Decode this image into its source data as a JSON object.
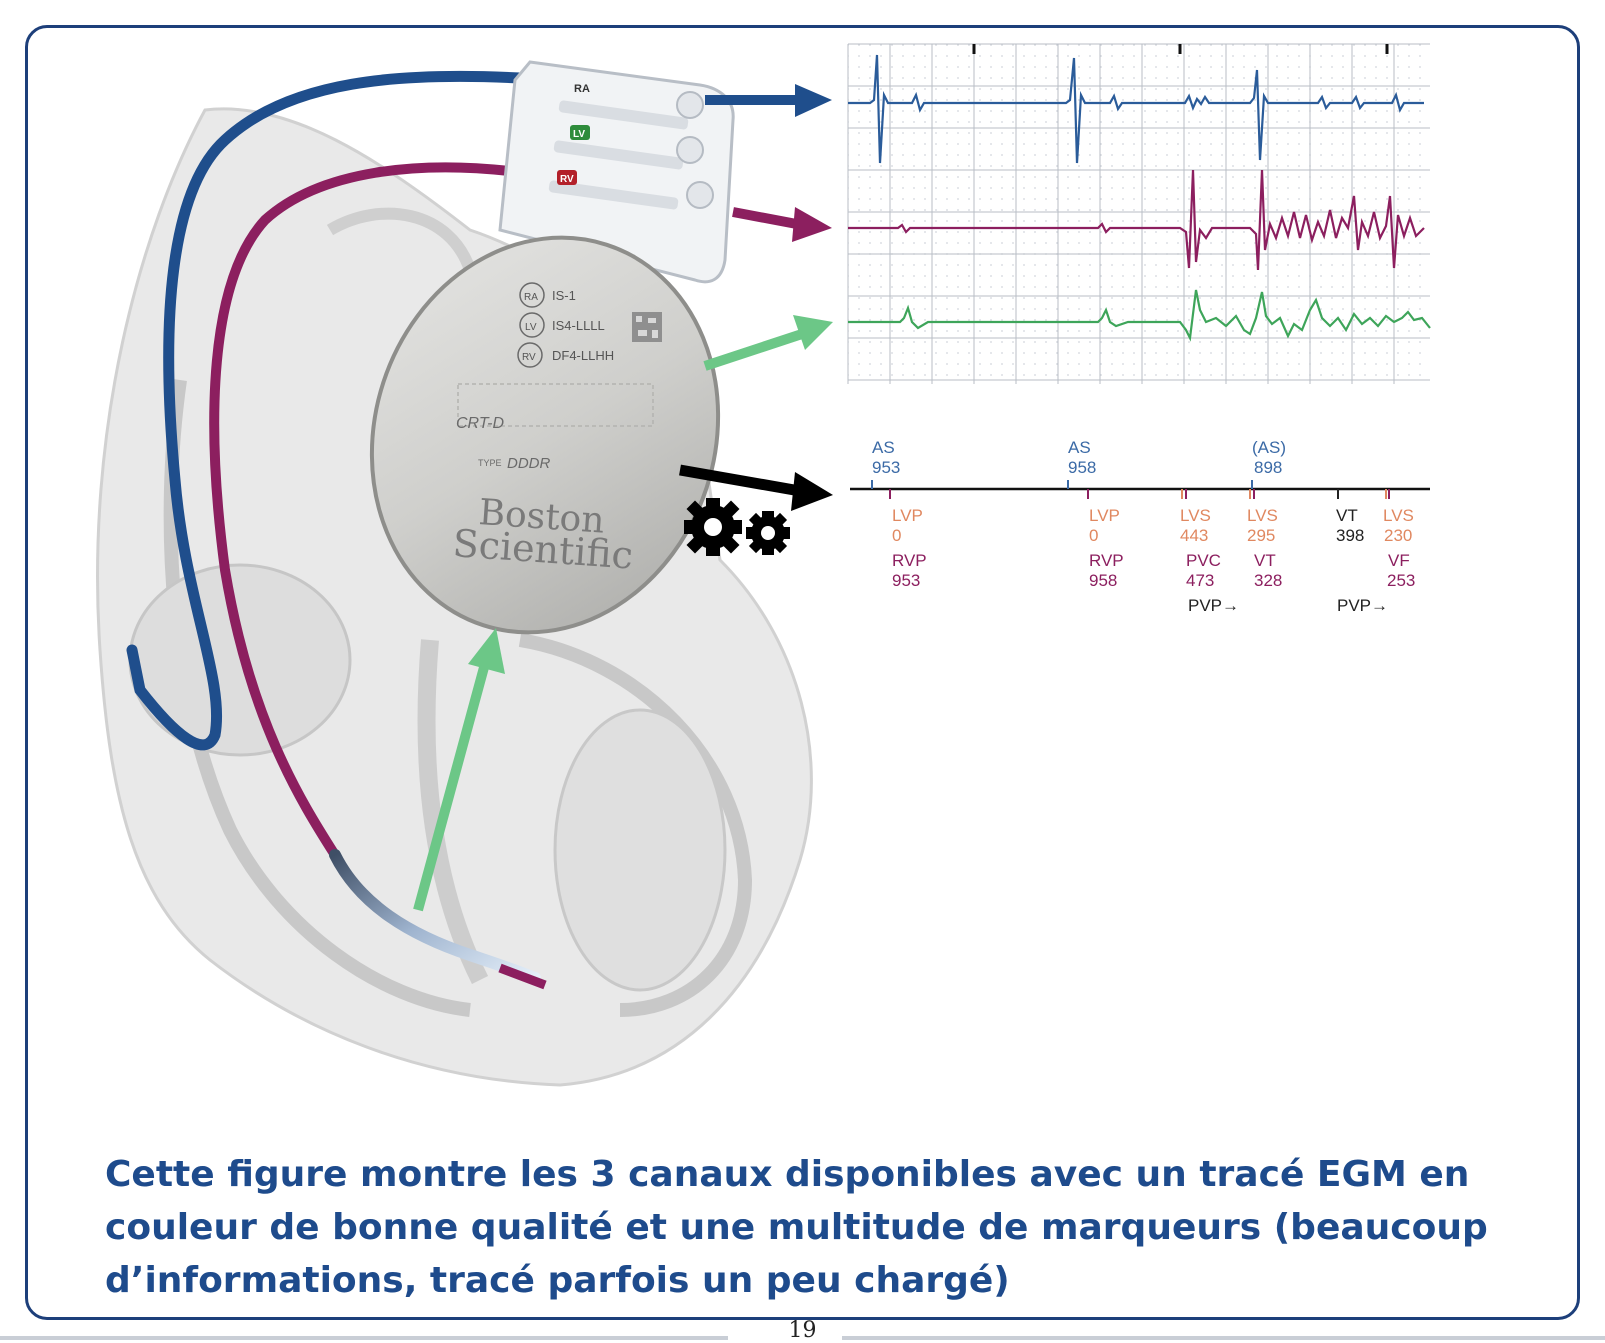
{
  "caption": "Cette figure montre les 3 canaux disponibles avec un tracé EGM en couleur de bonne qualité et une multitude de marqueurs (beaucoup d’informations, tracé parfois un peu chargé)",
  "page_number": "19",
  "colors": {
    "frame": "#1d3f7a",
    "caption": "#1e4b8c",
    "ra_channel": "#1f4e8c",
    "rv_channel": "#8c1f5f",
    "lv_channel": "#3ea55a",
    "marker_as": "#3b6aa6",
    "marker_lv": "#e08860",
    "marker_rv": "#8c1f5f",
    "marker_black": "#222222"
  },
  "device": {
    "header_ports": [
      "RA",
      "LV",
      "RV"
    ],
    "connectors": [
      {
        "badge": "RA",
        "label": "IS-1"
      },
      {
        "badge": "LV",
        "label": "IS4-LLLL"
      },
      {
        "badge": "RV",
        "label": "DF4-LLHH"
      }
    ],
    "model": "CRT-D",
    "type_prefix": "TYPE",
    "type_value": "DDDR",
    "brand_line1": "Boston",
    "brand_line2": "Scientific"
  },
  "icons": {
    "gears": "gears-icon",
    "arrows": "arrow-right-icon"
  },
  "markers": {
    "above": [
      {
        "label": "AS",
        "value": "953"
      },
      {
        "label": "AS",
        "value": "958"
      },
      {
        "label": "(AS)",
        "value": "898"
      }
    ],
    "below": [
      {
        "label": "LVP",
        "value": "0",
        "kind": "lv"
      },
      {
        "label": "RVP",
        "value": "953",
        "kind": "rv"
      },
      {
        "label": "LVP",
        "value": "0",
        "kind": "lv"
      },
      {
        "label": "RVP",
        "value": "958",
        "kind": "rv"
      },
      {
        "label": "LVS",
        "value": "443",
        "kind": "lv"
      },
      {
        "label": "PVC",
        "value": "473",
        "kind": "rv"
      },
      {
        "label": "LVS",
        "value": "295",
        "kind": "lv"
      },
      {
        "label": "VT",
        "value": "328",
        "kind": "rv"
      },
      {
        "label": "VT",
        "value": "398",
        "kind": "black"
      },
      {
        "label": "LVS",
        "value": "230",
        "kind": "lv"
      },
      {
        "label": "VF",
        "value": "253",
        "kind": "rv"
      }
    ],
    "pvp": [
      "PVP→",
      "PVP→"
    ]
  }
}
